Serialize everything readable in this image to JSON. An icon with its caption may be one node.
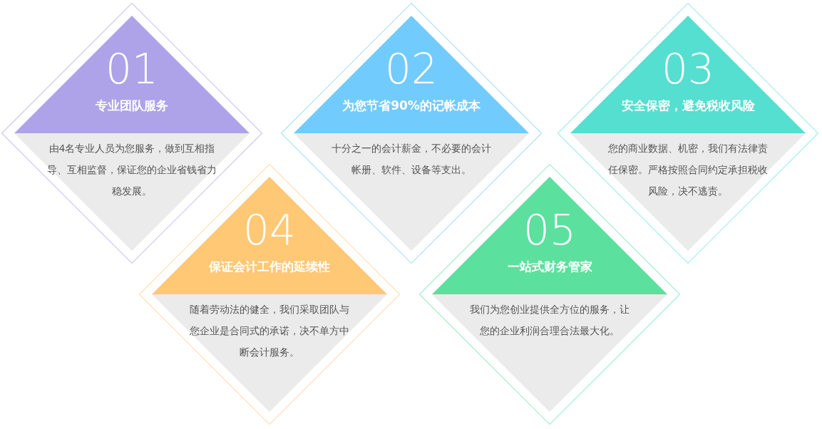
{
  "diagram": {
    "nodes": [
      {
        "text": [
          "01",
          "专业团队服务",
          "由4名专业人员为您服务，做到互相指导、互相监督，保证您的企业省钱省力稳发展。"
        ]
      },
      {
        "text": [
          "02",
          "为您节省90%的记帐成本",
          "十分之一的会计薪金，不必要的会计帐册、软件、设备等支出。"
        ]
      },
      {
        "text": [
          "03",
          "安全保密，避免税收风险",
          "您的商业数据、机密，我们有法律责任保密。严格按照合同约定承担税收风险，决不逃责。"
        ]
      },
      {
        "text": [
          "04",
          "保证会计工作的延续性",
          "随着劳动法的健全，我们采取团队与您企业是合同式的承诺，决不单方中断会计服务。"
        ]
      },
      {
        "text": [
          "05",
          "一站式财务管家",
          "我们为您创业提供全方位的服务，让您的企业利润合理合法最大化。"
        ]
      }
    ]
  }
}
